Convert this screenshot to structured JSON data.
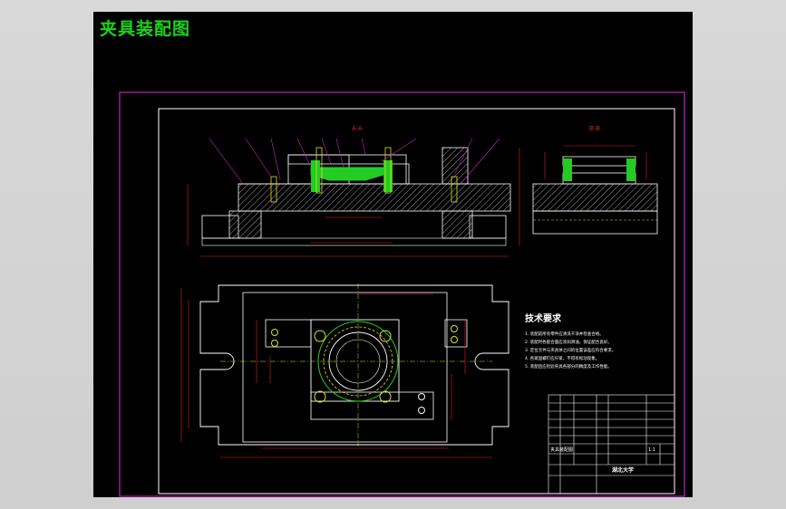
{
  "drawing": {
    "title": "夹具装配图",
    "section_aa": "A-A",
    "section_bb": "B-B",
    "tech_title": "技术要求",
    "tech_notes": [
      "1. 装配前所有零件应清洗干净并检查合格。",
      "2. 装配时各配合面应涂润滑油，保证配合良好。",
      "3. 定位元件与夹具体之间的位置误差应符合要求。",
      "4. 各紧固螺钉应拧紧，不得有松动现象。",
      "5. 装配后应检验夹具各部分的精度及工作性能。"
    ],
    "title_block": {
      "drawing_name": "夹具装配图",
      "school": "湖北大学",
      "scale": "1:1"
    }
  },
  "colors": {
    "canvas": "#000000",
    "title": "#19d419",
    "frame": "#c026c0",
    "border": "#ffffff",
    "dimension": "#e02020",
    "hatch": "#9a9a9a",
    "part": "#ffffff",
    "green": "#22cc22",
    "yellow": "#e0e020"
  }
}
